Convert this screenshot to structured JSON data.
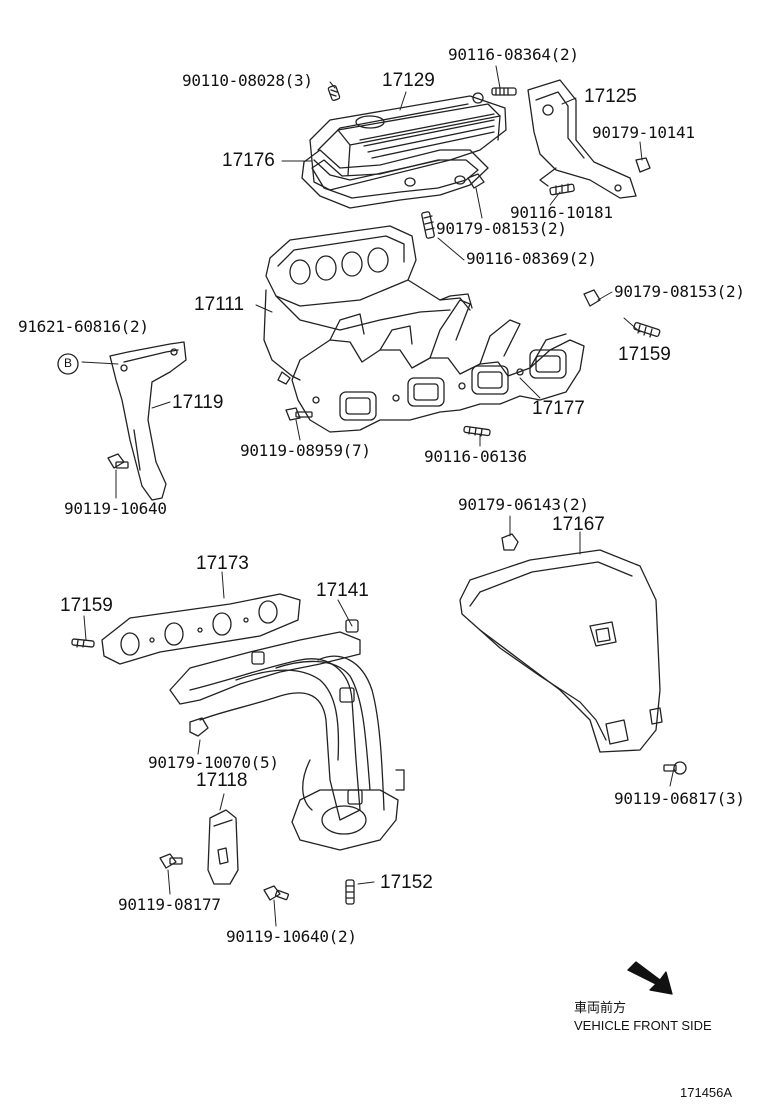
{
  "diagram": {
    "labels": {
      "p90110_08028": "90110-08028(3)",
      "p17129": "17129",
      "p90116_08364": "90116-08364(2)",
      "p17125": "17125",
      "p90179_10141": "90179-10141",
      "p17176": "17176",
      "p90116_10181": "90116-10181",
      "p90179_08153_a": "90179-08153(2)",
      "p90116_08369": "90116-08369(2)",
      "p17111": "17111",
      "p90179_08153_b": "90179-08153(2)",
      "p91621_60816": "91621-60816(2)",
      "p17159_a": "17159",
      "p17119": "17119",
      "p17177": "17177",
      "p90119_08959": "90119-08959(7)",
      "p90116_06136": "90116-06136",
      "p90119_10640_a": "90119-10640",
      "p90179_06143": "90179-06143(2)",
      "p17167": "17167",
      "p17173": "17173",
      "p17159_b": "17159",
      "p17141": "17141",
      "p90179_10070": "90179-10070(5)",
      "p17118": "17118",
      "p90119_06817": "90119-06817(3)",
      "p17152": "17152",
      "p90119_08177": "90119-08177",
      "p90119_10640_b": "90119-10640(2)"
    },
    "marker_b": "B",
    "direction_note": {
      "japanese": "車両前方",
      "english": "VEHICLE FRONT SIDE"
    },
    "reference_number": "171456A"
  }
}
